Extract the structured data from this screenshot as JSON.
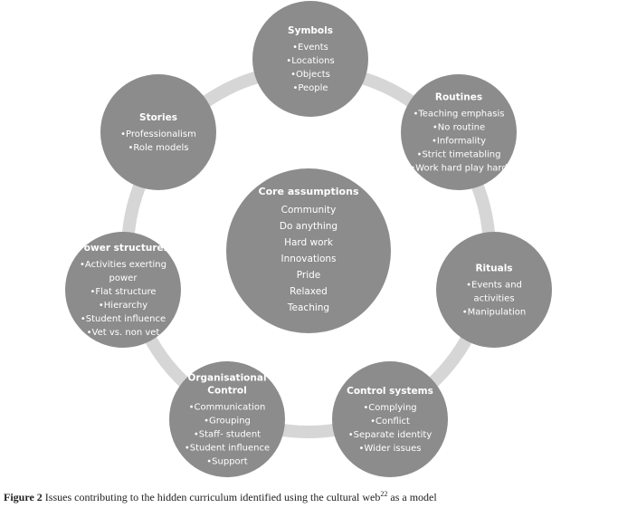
{
  "diagram": {
    "center": {
      "title": "Core assumptions",
      "items": [
        "Community",
        "Do anything",
        "Hard work",
        "Innovations",
        "Pride",
        "Relaxed",
        "Teaching"
      ]
    },
    "nodes": [
      {
        "id": "symbols",
        "title": [
          "Symbols"
        ],
        "items": [
          "•Events",
          "•Locations",
          "•Objects",
          "•People"
        ]
      },
      {
        "id": "routines",
        "title": [
          "Routines"
        ],
        "items": [
          "•Teaching emphasis",
          "•No routine",
          "•Informality",
          "•Strict timetabling",
          "•Work hard play hard"
        ]
      },
      {
        "id": "rituals",
        "title": [
          "Rituals"
        ],
        "items": [
          "•Events and",
          "activities",
          "•Manipulation"
        ]
      },
      {
        "id": "control-systems",
        "title": [
          "Control systems"
        ],
        "items": [
          "•Complying",
          "•Conflict",
          "•Separate identity",
          "•Wider issues"
        ]
      },
      {
        "id": "organisational-control",
        "title": [
          "Organisational",
          "Control"
        ],
        "items": [
          "•Communication",
          "•Grouping",
          "•Staff- student",
          "•Student influence",
          "•Support"
        ]
      },
      {
        "id": "power-structures",
        "title": [
          "Power structures"
        ],
        "items": [
          "•Activities exerting",
          "power",
          "•Flat structure",
          "•Hierarchy",
          "•Student influence",
          "•Vet vs. non vet"
        ]
      },
      {
        "id": "stories",
        "title": [
          "Stories"
        ],
        "items": [
          "•Professionalism",
          "•Role models"
        ]
      }
    ],
    "colors": {
      "circle": "#8c8c8c",
      "ring": "#d6d6d6",
      "text": "#ffffff"
    }
  },
  "caption": {
    "label": "Figure 2",
    "text": "Issues contributing to the hidden curriculum identified using the cultural web",
    "ref": "22",
    "suffix": "as a model"
  }
}
